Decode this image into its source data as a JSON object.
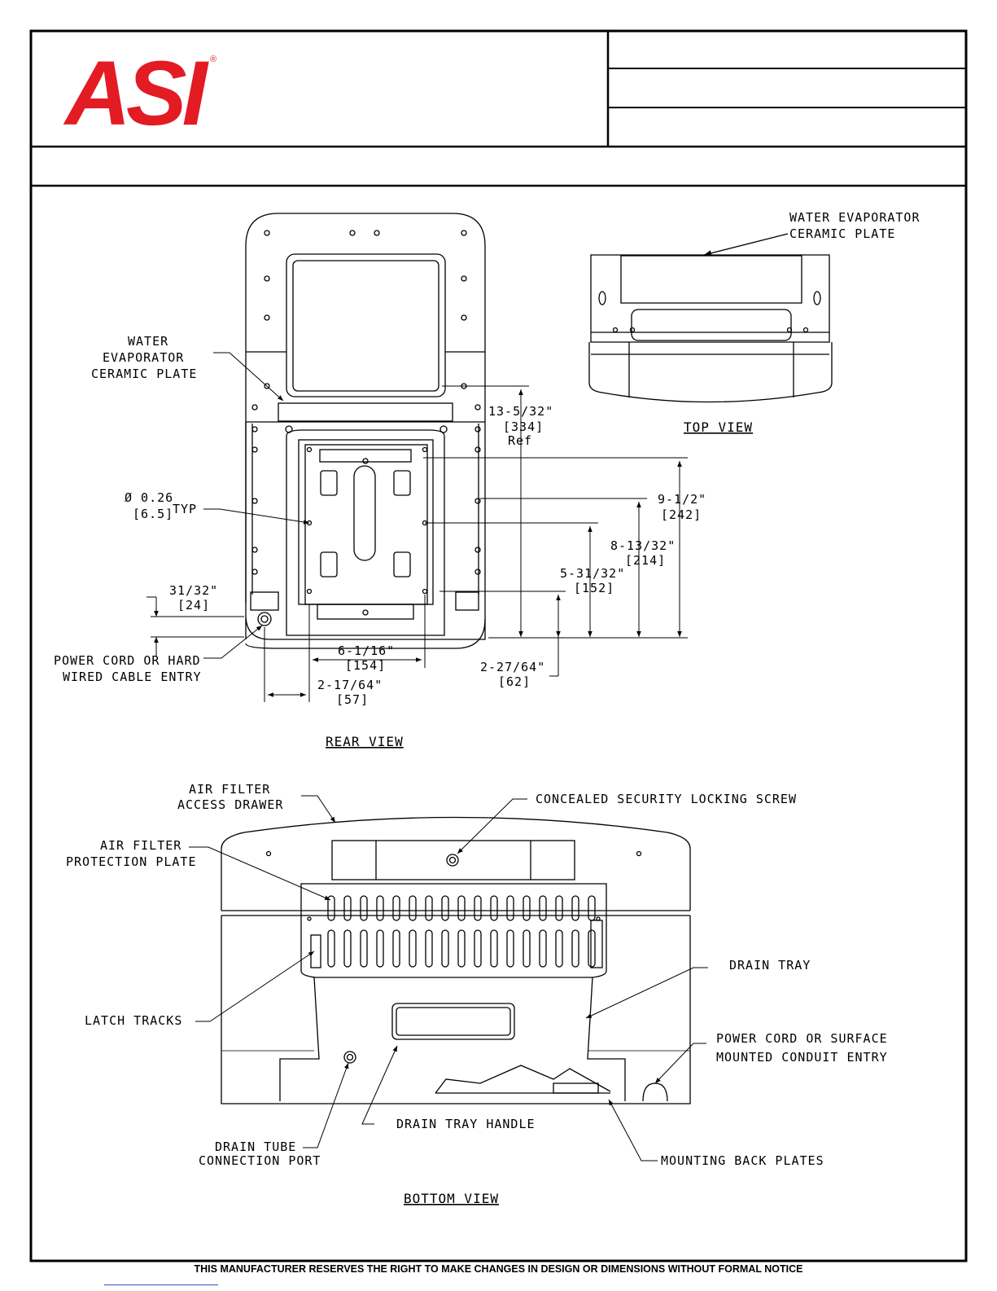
{
  "logo": {
    "text": "ASI",
    "mark": "®",
    "color": "#e31b23"
  },
  "views": {
    "rear": "REAR VIEW",
    "top": "TOP VIEW",
    "bottom": "BOTTOM VIEW"
  },
  "callouts": {
    "top_plate_1": "WATER EVAPORATOR",
    "top_plate_2": "CERAMIC PLATE",
    "rear_plate_1": "WATER",
    "rear_plate_2": "EVAPORATOR",
    "rear_plate_3": "CERAMIC PLATE",
    "hole_1": "Ø 0.26",
    "hole_2": "[6.5]",
    "hole_typ": "TYP",
    "power_rear_1": "POWER CORD OR HARD",
    "power_rear_2": "WIRED CABLE ENTRY",
    "air_drawer_1": "AIR FILTER",
    "air_drawer_2": "ACCESS DRAWER",
    "lock_screw": "CONCEALED SECURITY LOCKING SCREW",
    "air_plate_1": "AIR FILTER",
    "air_plate_2": "PROTECTION PLATE",
    "drain_tray": "DRAIN TRAY",
    "latch_tracks": "LATCH TRACKS",
    "power_bottom_1": "POWER CORD OR SURFACE",
    "power_bottom_2": "MOUNTED CONDUIT ENTRY",
    "tray_handle": "DRAIN TRAY HANDLE",
    "drain_port_1": "DRAIN TUBE",
    "drain_port_2": "CONNECTION PORT",
    "back_plates": "MOUNTING BACK PLATES"
  },
  "dims": {
    "d1": "13-5/32\"",
    "d1m": "[334]",
    "d1r": "Ref",
    "d2": "9-1/2\"",
    "d2m": "[242]",
    "d3": "8-13/32\"",
    "d3m": "[214]",
    "d4": "5-31/32\"",
    "d4m": "[152]",
    "d5": "31/32\"",
    "d5m": "[24]",
    "d6": "6-1/16\"",
    "d6m": "[154]",
    "d7": "2-17/64\"",
    "d7m": "[57]",
    "d8": "2-27/64\"",
    "d8m": "[62]"
  },
  "footer": "THIS MANUFACTURER RESERVES THE RIGHT TO MAKE CHANGES IN DESIGN OR DIMENSIONS WITHOUT FORMAL NOTICE"
}
